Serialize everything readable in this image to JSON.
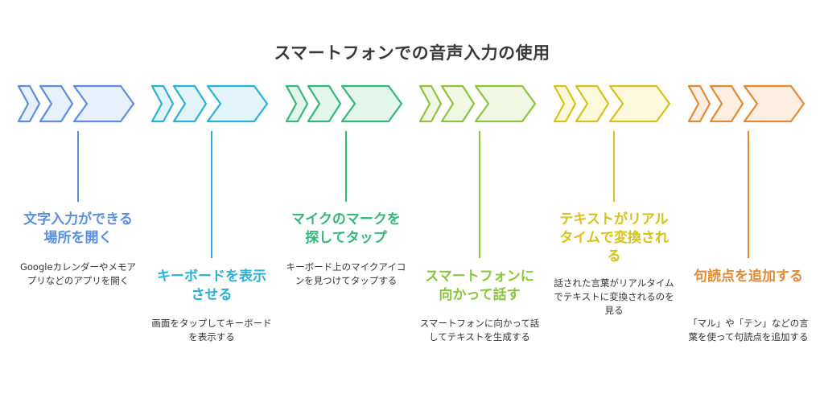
{
  "title": "スマートフォンでの音声入力の使用",
  "steps": [
    {
      "heading": "文字入力ができる場所を開く",
      "description": "Googleカレンダーやメモアプリなどのアプリを開く",
      "color": "#5b8fdb",
      "fill": "#e8f0fb"
    },
    {
      "heading": "キーボードを表示させる",
      "description": "画面をタップしてキーボードを表示する",
      "color": "#2bb0d6",
      "fill": "#e3f5fb"
    },
    {
      "heading": "マイクのマークを探してタップ",
      "description": "キーボード上のマイクアイコンを見つけてタップする",
      "color": "#35b779",
      "fill": "#e2f6ec"
    },
    {
      "heading": "スマートフォンに向かって話す",
      "description": "スマートフォンに向かって話してテキストを生成する",
      "color": "#8cc43f",
      "fill": "#f0f8e3"
    },
    {
      "heading": "テキストがリアルタイムで変換される",
      "description": "話された言葉がリアルタイムでテキストに変換されるのを見る",
      "color": "#d6c21d",
      "fill": "#fbf8dc"
    },
    {
      "heading": "句読点を追加する",
      "description": "「マル」や「テン」などの言葉を使って句読点を追加する",
      "color": "#e08a36",
      "fill": "#fcefe2"
    }
  ]
}
